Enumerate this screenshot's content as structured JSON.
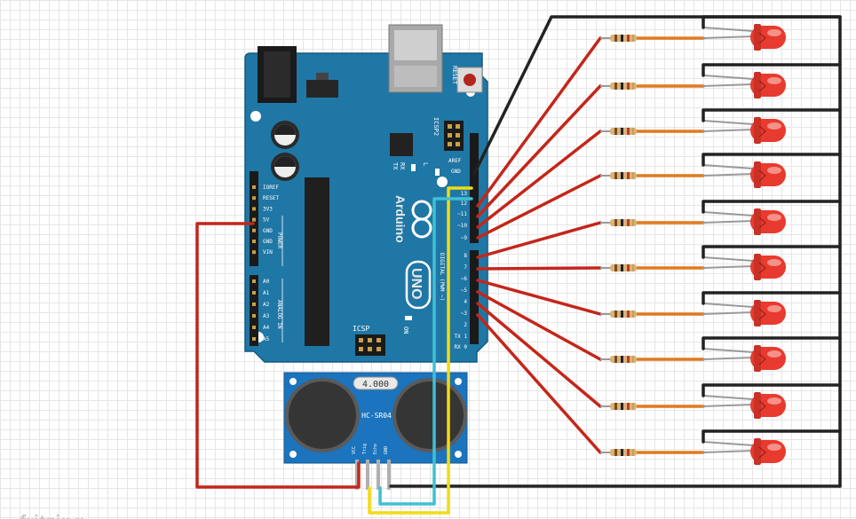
{
  "board": {
    "brand": "Arduino",
    "model": "UNO",
    "reset_label": "RESET",
    "icsp2_label": "ICSP2",
    "icsp_label": "ICSP",
    "tx_label": "TX",
    "rx_label": "RX",
    "l_label": "L",
    "on_label": "ON",
    "aref_label": "AREF",
    "gnd_label": "GND",
    "digital_label": "DIGITAL (PWM ~)",
    "power_label": "POWER",
    "analog_label": "ANALOG IN",
    "power_pins": [
      "IOREF",
      "RESET",
      "3V3",
      "5V",
      "GND",
      "GND",
      "VIN"
    ],
    "analog_pins": [
      "A0",
      "A1",
      "A2",
      "A3",
      "A4",
      "A5"
    ],
    "digital_pins": [
      "13",
      "12",
      "~11",
      "~10",
      "~9",
      "8",
      "7",
      "~6",
      "~5",
      "4",
      "~3",
      "2",
      "TX 1",
      "RX 0"
    ]
  },
  "sensor": {
    "model": "HC-SR04",
    "crystal": "4.000",
    "pins": [
      "VCC",
      "Trig",
      "Echo",
      "GND"
    ]
  },
  "leds": {
    "count": 10,
    "color": "#e83a2e"
  },
  "wire_colors": {
    "red": "#c4261a",
    "black": "#222222",
    "yellow": "#f2dc12",
    "cyan": "#3fbfd6",
    "orange": "#e07a1f"
  },
  "watermark": "fritzing"
}
